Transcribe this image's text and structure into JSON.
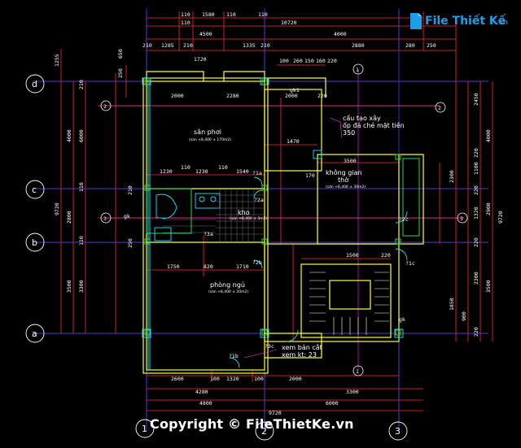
{
  "logo": {
    "brand": "File Thiết Kế",
    "domain": ".vn"
  },
  "copyright": "Copyright © FileThietKe.vn",
  "axes": {
    "rows": [
      "d",
      "c",
      "b",
      "a"
    ],
    "cols": [
      "1",
      "2",
      "3"
    ],
    "section_marks": [
      "2",
      "3",
      "1"
    ]
  },
  "rooms": {
    "san_phoi": "sân phơi",
    "san_phoi_note": "(sàn +8,400 ± 170m2)",
    "khong_gian_tho": "không gian",
    "khong_gian_tho2": "thờ",
    "khong_gian_note": "(sàn +8,400 ± 30m2)",
    "phong_ngu": "phòng ngủ",
    "phong_ngu_note": "(sàn +8,400 ± 20m2)",
    "kho": "kho",
    "kho_note": "(sàn +8,400 ± 3m2)",
    "section_note_1": "cấu tạo xây",
    "section_note_2": "ốp đá chẻ mặt tiền",
    "section_note_3": "350",
    "stair_note_1": "xem bản cắt",
    "stair_note_2": "xem kt: 23",
    "gk": "gk",
    "gk1": "gk1"
  },
  "dims_top": [
    "110",
    "1580",
    "110",
    "10720",
    "110",
    "110",
    "4500",
    "4000",
    "210",
    "1285",
    "210",
    "1335",
    "210",
    "2880",
    "280",
    "1720",
    "100",
    "260",
    "150",
    "160",
    "220",
    "250"
  ],
  "dims_mid": [
    "2000",
    "2280",
    "2000",
    "220",
    "1470",
    "3500",
    "1230",
    "110",
    "1230",
    "110",
    "1540",
    "170",
    "1750",
    "820",
    "1710",
    "1500",
    "220"
  ],
  "dims_bottom": [
    "2600",
    "100",
    "1320",
    "100",
    "2000",
    "4280",
    "3300",
    "4800",
    "6000",
    "9720"
  ],
  "dims_left": [
    "1255",
    "650",
    "250",
    "210",
    "4000",
    "9720",
    "6000",
    "110",
    "2800",
    "110",
    "3500",
    "3300",
    "210",
    "250"
  ],
  "dims_right": [
    "2450",
    "4000",
    "220",
    "2300",
    "1100",
    "220",
    "2900",
    "1320",
    "220",
    "3500",
    "2300",
    "1850",
    "900",
    "220",
    "9720"
  ],
  "labels_misc": [
    "?1a",
    "?2a",
    "?3a",
    "?2b",
    "?2c",
    "?1c",
    "?3c",
    "?1b"
  ]
}
